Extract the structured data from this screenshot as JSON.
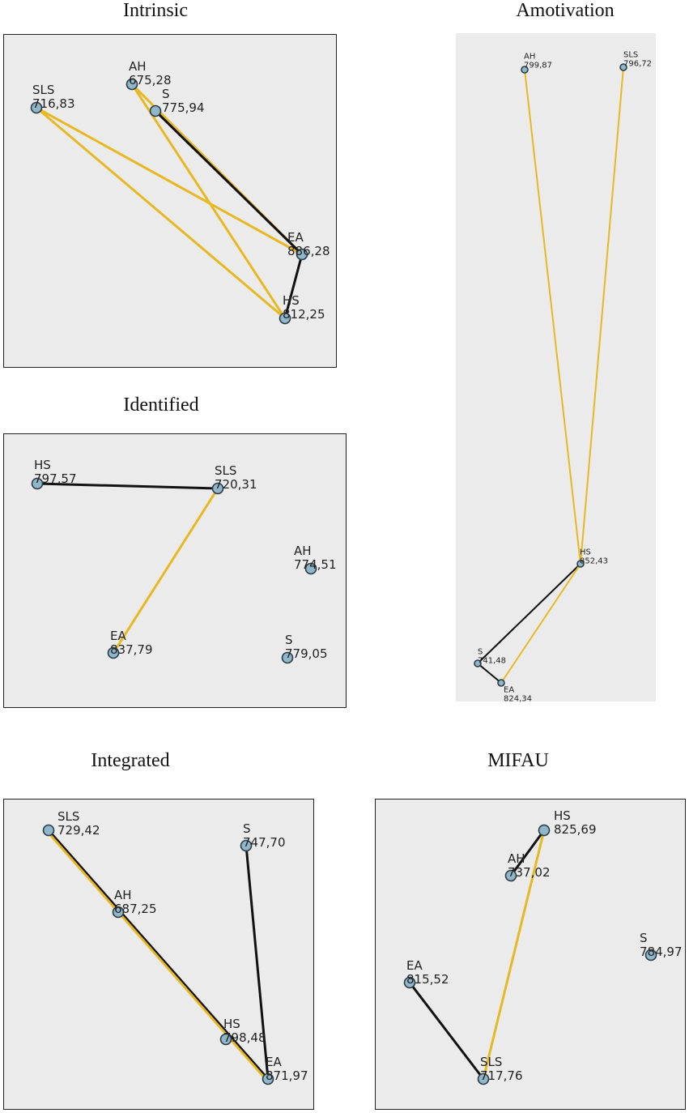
{
  "colors": {
    "gold": "#e8b822",
    "black": "#111111",
    "node_fill": "#8fb6c9",
    "panel_bg": "#ebebeb"
  },
  "panels": [
    {
      "id": "intrinsic",
      "title": "Intrinsic",
      "nodes": [
        {
          "id": "SLS",
          "name": "SLS",
          "value": "716,83"
        },
        {
          "id": "AH",
          "name": "AH",
          "value": "675,28"
        },
        {
          "id": "S",
          "name": "S",
          "value": "775,94"
        },
        {
          "id": "EA",
          "name": "EA",
          "value": "886,28"
        },
        {
          "id": "HS",
          "name": "HS",
          "value": "812,25"
        }
      ],
      "edges": [
        {
          "from": "SLS",
          "to": "EA",
          "color": "gold"
        },
        {
          "from": "SLS",
          "to": "HS",
          "color": "gold"
        },
        {
          "from": "AH",
          "to": "HS",
          "color": "gold"
        },
        {
          "from": "AH",
          "to": "EA",
          "color": "gold"
        },
        {
          "from": "S",
          "to": "EA",
          "color": "black"
        },
        {
          "from": "EA",
          "to": "HS",
          "color": "black"
        }
      ]
    },
    {
      "id": "amotivation",
      "title": "Amotivation",
      "nodes": [
        {
          "id": "AH",
          "name": "AH",
          "value": "799,87"
        },
        {
          "id": "SLS",
          "name": "SLS",
          "value": "796,72"
        },
        {
          "id": "HS",
          "name": "HS",
          "value": "852,43"
        },
        {
          "id": "S",
          "name": "S",
          "value": "741,48"
        },
        {
          "id": "EA",
          "name": "EA",
          "value": "824,34"
        }
      ],
      "edges": [
        {
          "from": "AH",
          "to": "HS",
          "color": "gold"
        },
        {
          "from": "SLS",
          "to": "HS",
          "color": "gold"
        },
        {
          "from": "HS",
          "to": "S",
          "color": "black"
        },
        {
          "from": "HS",
          "to": "EA",
          "color": "gold"
        },
        {
          "from": "S",
          "to": "EA",
          "color": "black"
        }
      ]
    },
    {
      "id": "identified",
      "title": "Identified",
      "nodes": [
        {
          "id": "HS",
          "name": "HS",
          "value": "797,57"
        },
        {
          "id": "SLS",
          "name": "SLS",
          "value": "720,31"
        },
        {
          "id": "AH",
          "name": "AH",
          "value": "774,51"
        },
        {
          "id": "EA",
          "name": "EA",
          "value": "837,79"
        },
        {
          "id": "S",
          "name": "S",
          "value": "779,05"
        }
      ],
      "edges": [
        {
          "from": "HS",
          "to": "SLS",
          "color": "black"
        },
        {
          "from": "SLS",
          "to": "EA",
          "color": "gold"
        }
      ]
    },
    {
      "id": "integrated",
      "title": "Integrated",
      "nodes": [
        {
          "id": "SLS",
          "name": "SLS",
          "value": "729,42"
        },
        {
          "id": "S",
          "name": "S",
          "value": "747,70"
        },
        {
          "id": "AH",
          "name": "AH",
          "value": "687,25"
        },
        {
          "id": "HS",
          "name": "HS",
          "value": "798,48"
        },
        {
          "id": "EA",
          "name": "EA",
          "value": "871,97"
        }
      ],
      "edges": [
        {
          "from": "SLS",
          "to": "EA",
          "color": "black"
        },
        {
          "from": "SLS",
          "to": "EA",
          "color": "gold"
        },
        {
          "from": "S",
          "to": "EA",
          "color": "black"
        }
      ]
    },
    {
      "id": "mifau",
      "title": "MIFAU",
      "nodes": [
        {
          "id": "HS",
          "name": "HS",
          "value": "825,69"
        },
        {
          "id": "AH",
          "name": "AH",
          "value": "737,02"
        },
        {
          "id": "S",
          "name": "S",
          "value": "784,97"
        },
        {
          "id": "EA",
          "name": "EA",
          "value": "815,52"
        },
        {
          "id": "SLS",
          "name": "SLS",
          "value": "717,76"
        }
      ],
      "edges": [
        {
          "from": "AH",
          "to": "HS",
          "color": "black"
        },
        {
          "from": "HS",
          "to": "SLS",
          "color": "gold"
        },
        {
          "from": "EA",
          "to": "SLS",
          "color": "black"
        }
      ]
    }
  ]
}
